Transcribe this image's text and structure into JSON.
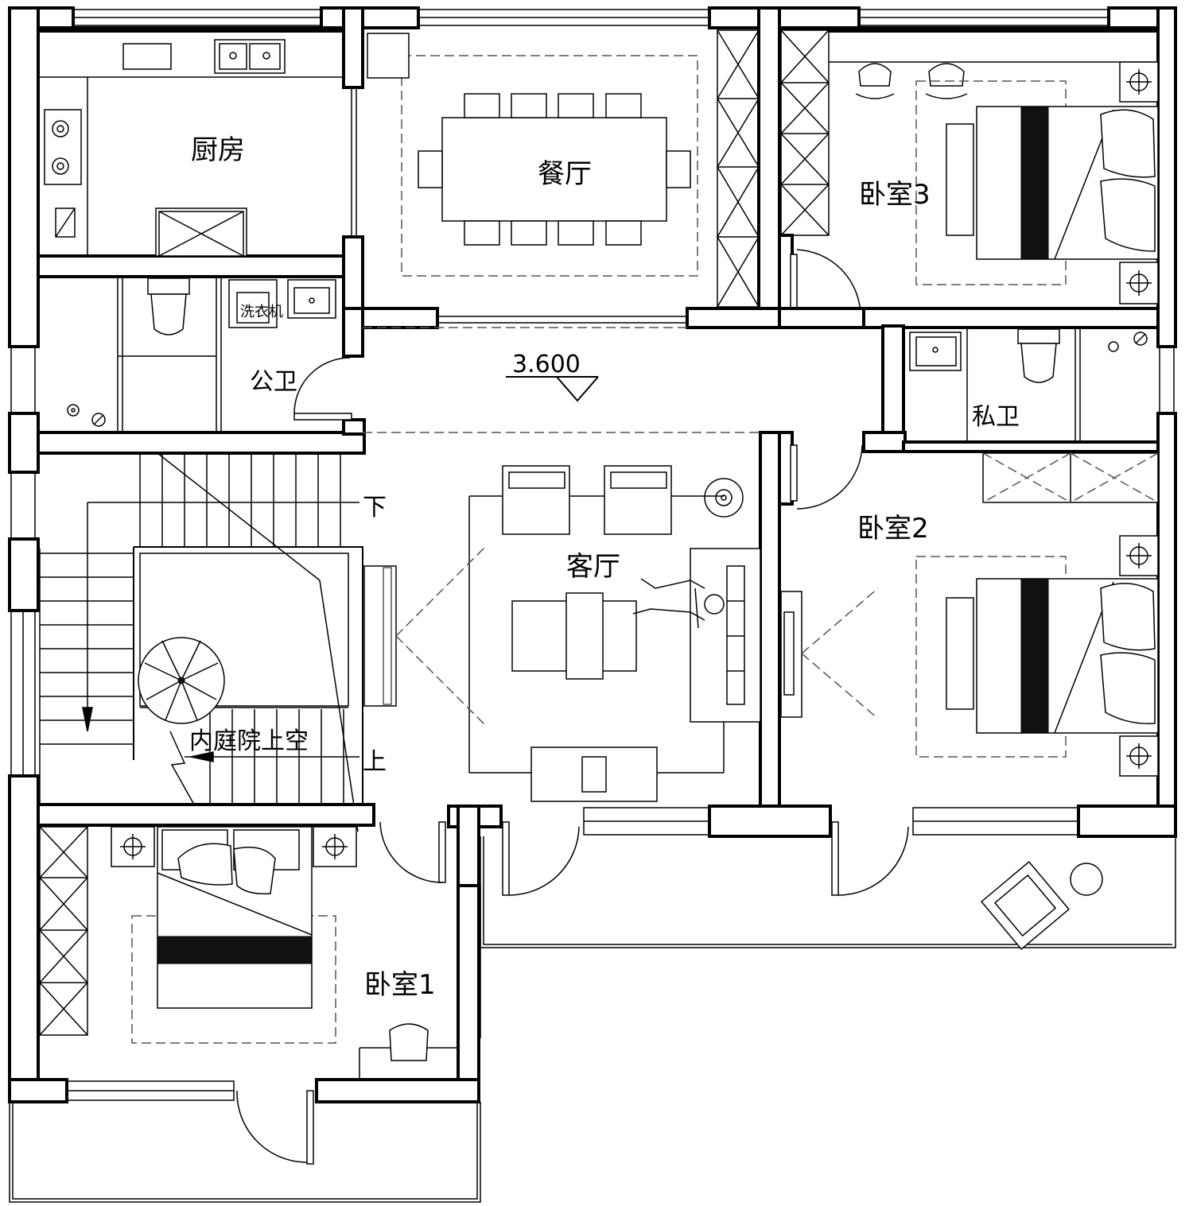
{
  "plan": {
    "rooms": {
      "kitchen": "厨房",
      "dining": "餐厅",
      "bedroom3": "卧室3",
      "public_bath": "公卫",
      "private_bath": "私卫",
      "living": "客厅",
      "bedroom2": "卧室2",
      "bedroom1": "卧室1",
      "courtyard_void": "内庭院上空",
      "washer": "洗衣机"
    },
    "elevation": "3.600",
    "stairs": {
      "down": "下",
      "up": "上"
    }
  }
}
